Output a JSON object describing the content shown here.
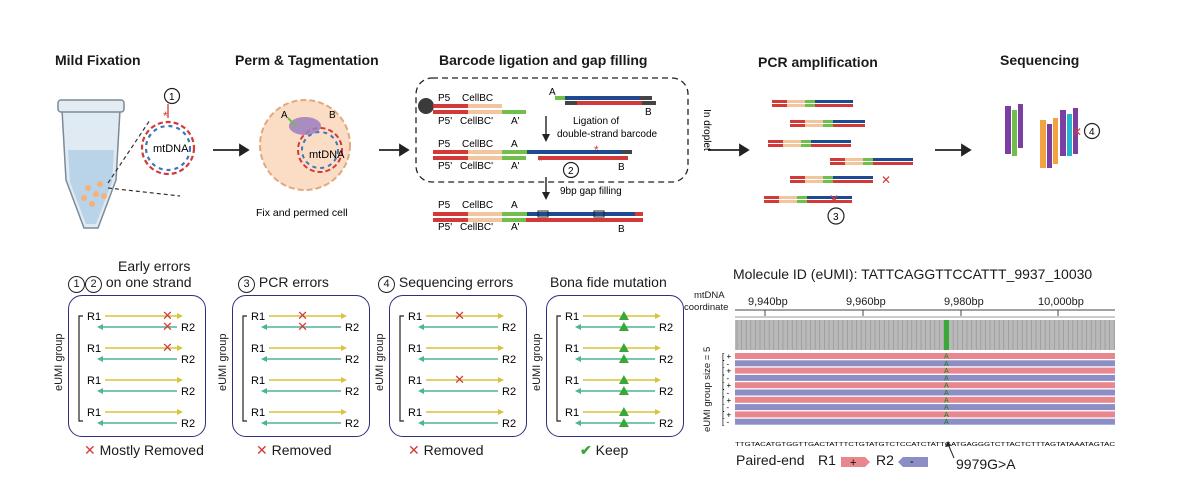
{
  "steps": {
    "mild_fixation": "Mild Fixation",
    "perm_tagmentation": "Perm & Tagmentation",
    "barcode_ligation": "Barcode ligation and gap filling",
    "pcr_amplification": "PCR amplification",
    "sequencing": "Sequencing"
  },
  "labels": {
    "mtdna": "mtDNA",
    "fix_cell": "Fix and permed cell",
    "a": "A",
    "b": "B",
    "a_prime": "A'",
    "p5": "P5",
    "p5_prime": "P5'",
    "cellbc": "CellBC",
    "cellbc_prime": "CellBC'",
    "ligation": "Ligation of",
    "ligation2": "double-strand barcode",
    "gap_filling": "9bp gap filling",
    "in_droplet": "In droplet",
    "n1": "1",
    "n2": "2",
    "n3": "3",
    "n4": "4"
  },
  "error_panels": [
    {
      "title_a": "Early errors",
      "title_b": "on one strand",
      "nums": [
        "1",
        "2"
      ],
      "result": "Mostly Removed",
      "result_type": "x"
    },
    {
      "title_a": "PCR errors",
      "nums": [
        "3"
      ],
      "result": "Removed",
      "result_type": "x"
    },
    {
      "title_a": "Sequencing errors",
      "nums": [
        "4"
      ],
      "result": "Removed",
      "result_type": "x"
    },
    {
      "title_a": "Bona fide mutation",
      "nums": [],
      "result": "Keep",
      "result_type": "check"
    }
  ],
  "panel_common": {
    "group_label": "eUMI group",
    "r1": "R1",
    "r2": "R2"
  },
  "igv": {
    "molecule_title": "Molecule ID (eUMI): TATTCAGGTTCCATTT_9937_10030",
    "coord_label_a": "mtDNA",
    "coord_label_b": "coordinate",
    "ticks": [
      "9,940bp",
      "9,960bp",
      "9,980bp",
      "10,000bp"
    ],
    "group_size_label": "eUMI group size = 5",
    "mutation_base": "A",
    "sequence": "TTGTACATGTGGTTGACTATTTCTGTATGTCTCCATCTATTGATGAGGGTCTTACTCTTTAGTATAAATAGTAC",
    "paired_end_label": "Paired-end",
    "r1": "R1",
    "r2": "R2",
    "plus": "+",
    "minus": "-",
    "mutation": "9979G>A",
    "colors": {
      "r1": "#e8888e",
      "r2": "#8c8fc6",
      "mutation": "#3aa839"
    }
  }
}
